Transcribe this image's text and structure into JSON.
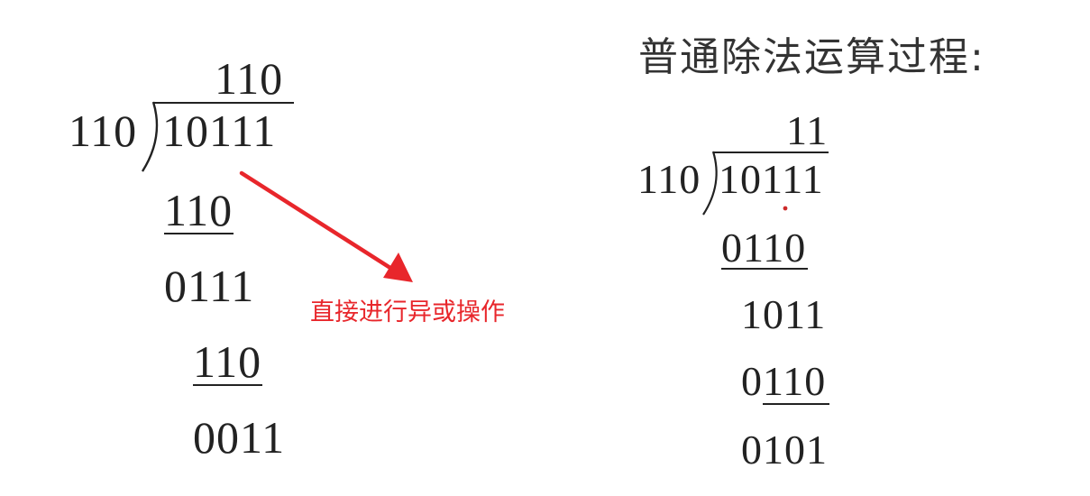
{
  "left": {
    "quotient": "110",
    "divisor": "110",
    "dividend": "10111",
    "steps": [
      "110",
      "0111",
      "110",
      "0011"
    ]
  },
  "annotation": {
    "text": "直接进行异或操作",
    "color": "#e8262b"
  },
  "right": {
    "title": "普通除法运算过程:",
    "quotient": "11",
    "divisor": "110",
    "dividend": "10111",
    "steps": [
      "0110",
      "1011",
      "0110",
      "0101"
    ]
  }
}
